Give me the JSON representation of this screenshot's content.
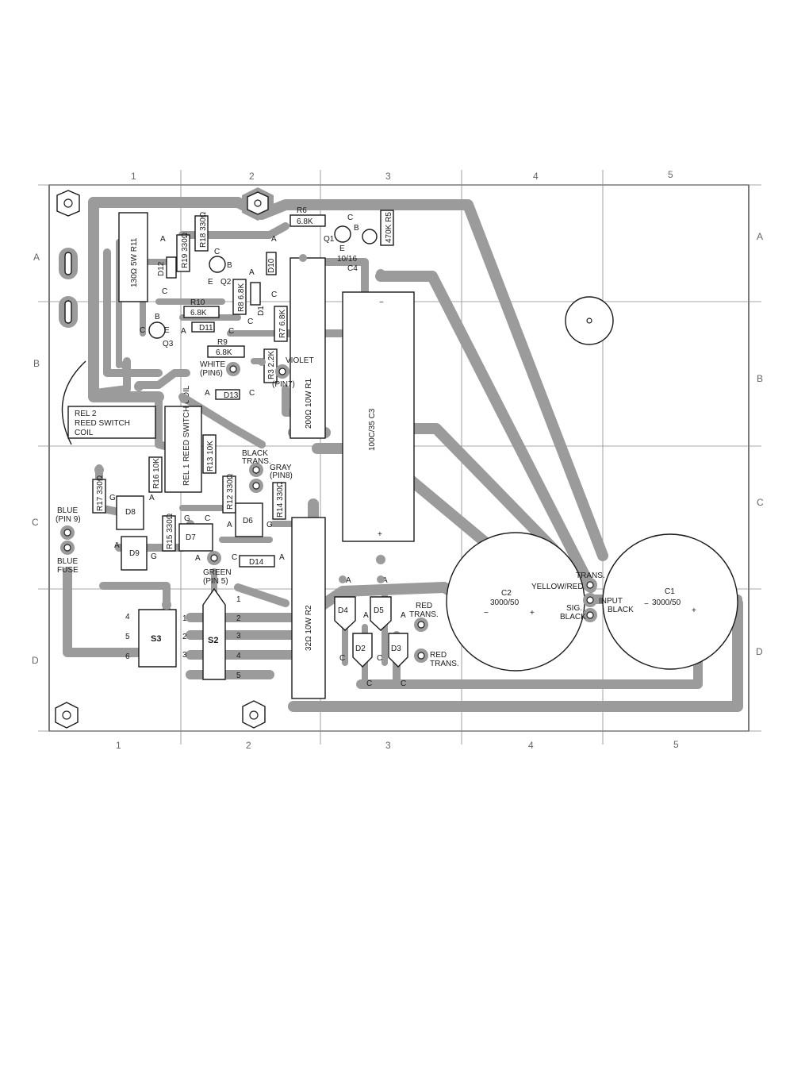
{
  "grid": {
    "cols": [
      "1",
      "2",
      "3",
      "4",
      "5"
    ],
    "rows": [
      "A",
      "B",
      "C",
      "D"
    ]
  },
  "resistors": {
    "r11": "130Ω 5W  R11",
    "r19": "R19  330Ω",
    "r18": "R18  330Ω",
    "r6": "R6",
    "r6v": "6.8K",
    "r5": "470K  R5",
    "r10": "R10",
    "r10v": "6.8K",
    "r8": "R8  6.8K",
    "r9": "R9",
    "r9v": "6.8K",
    "r7": "R7  6.8K",
    "r3": "R3  2.2K",
    "r1": "200Ω  10W  R1",
    "r16": "R16  10K",
    "r13": "R13  10K",
    "r12": "R12  330Ω",
    "r17": "R17  330Ω",
    "r15": "R15  330Ω",
    "r14": "R14  330Ω",
    "r2": "32Ω 10W  R2"
  },
  "semis": {
    "q1": "Q1",
    "q2": "Q2",
    "q3": "Q3",
    "d1": "D1",
    "d10": "D10",
    "d11": "D11",
    "d12": "D12",
    "d13": "D13",
    "d14": "D14",
    "d6": "D6",
    "d7": "D7",
    "d8": "D8",
    "d9": "D9",
    "d2": "D2",
    "d3": "D3",
    "d4": "D4",
    "d5": "D5"
  },
  "caps": {
    "c4": "10/16",
    "c4n": "C4",
    "c3": "100C/35  C3",
    "c2": "C2",
    "c2v": "3000/50",
    "c1": "C1",
    "c1v": "3000/50"
  },
  "relays": {
    "rel2": [
      "REL 2",
      "REED SWITCH",
      "COIL"
    ],
    "rel1": "REL 1  REED SWITCH  COIL"
  },
  "wires": {
    "white": [
      "WHITE",
      "(PIN6)"
    ],
    "violet": [
      "VIOLET",
      "(PIN7)"
    ],
    "black_trans": [
      "BLACK",
      "TRANS."
    ],
    "gray": [
      "GRAY",
      "(PIN8)"
    ],
    "blue": [
      "BLUE",
      "(PIN 9)"
    ],
    "blue_fuse": [
      "BLUE",
      "FUSE"
    ],
    "green": [
      "GREEN",
      "(PIN 5)"
    ],
    "red_trans_1": [
      "RED",
      "TRANS."
    ],
    "red_trans_2": [
      "RED",
      "TRANS."
    ],
    "trans": "TRANS.",
    "yellow_red": "YELLOW/RED",
    "input": "INPUT",
    "input_black": "BLACK",
    "sig": "SIG.",
    "sig_black": "BLACK"
  },
  "switches": {
    "s3": "S3",
    "s2": "S2",
    "s3_pins": [
      "4",
      "5",
      "6"
    ],
    "s3_pins_r": [
      "1",
      "2",
      "3"
    ],
    "s2_pins": [
      "1",
      "2",
      "3",
      "4",
      "5"
    ]
  },
  "pin_letters": {
    "a": "A",
    "b": "B",
    "c": "C",
    "e": "E",
    "g": "G",
    "plus": "+",
    "minus": "−"
  }
}
